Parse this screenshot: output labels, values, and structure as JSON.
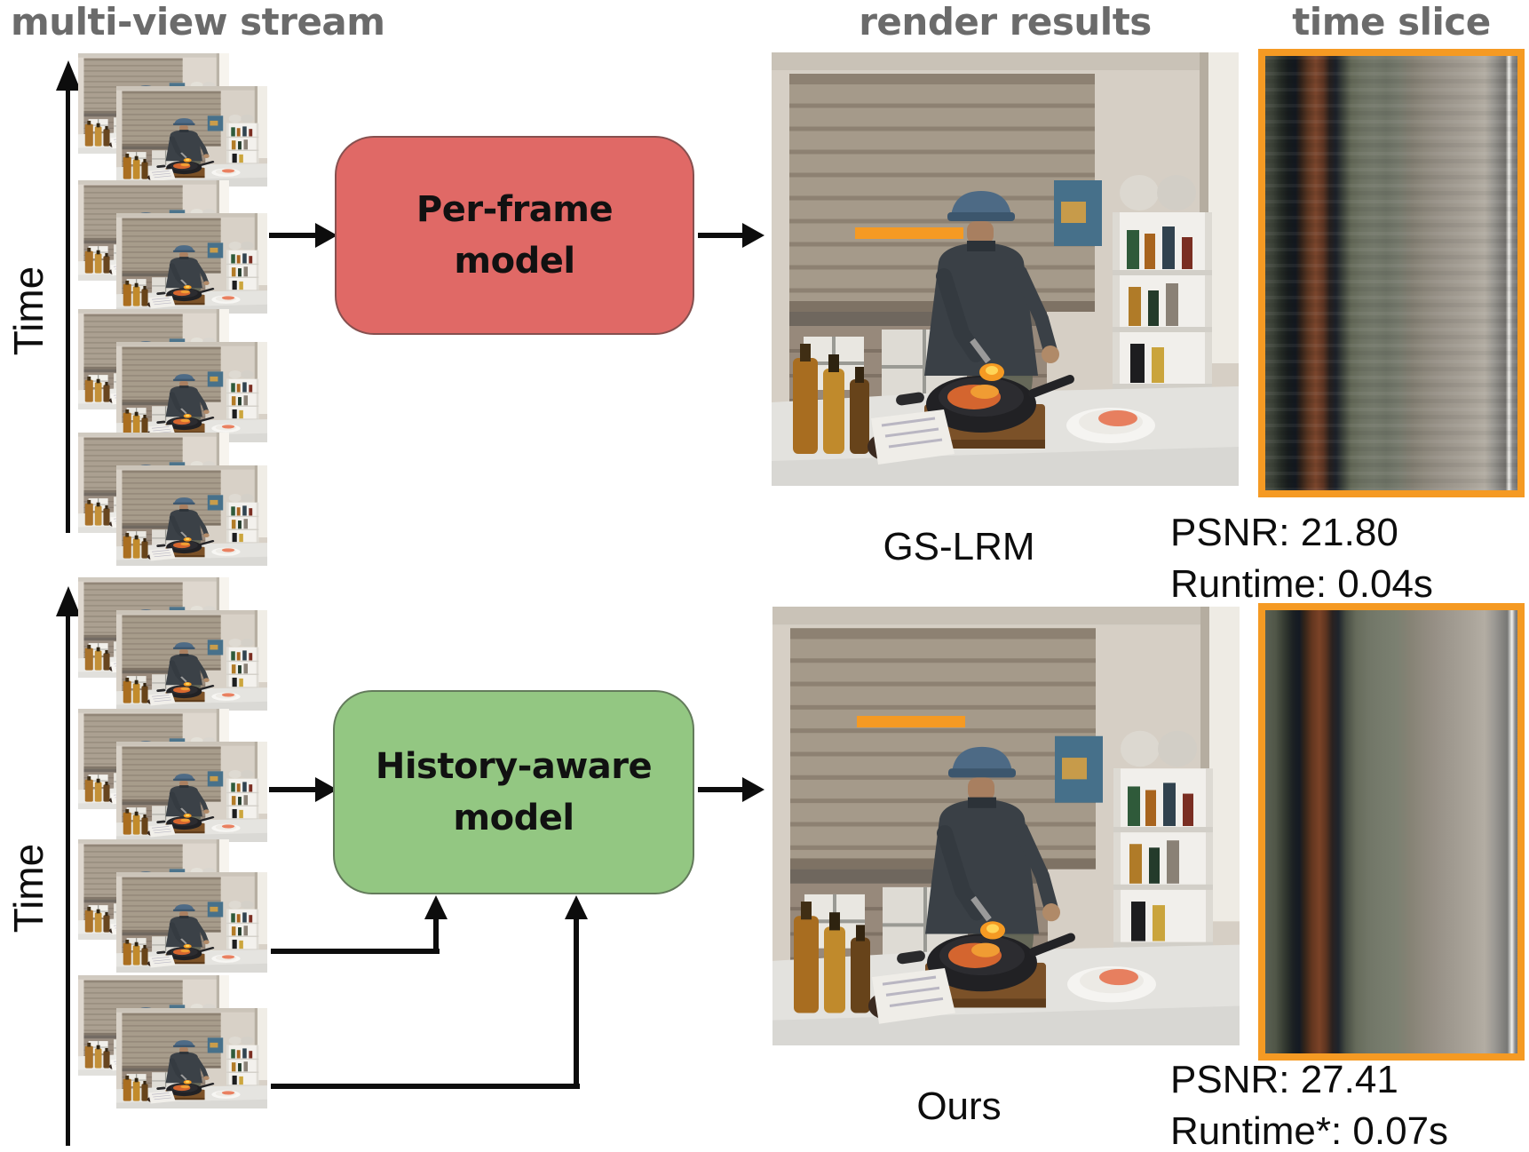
{
  "headers": {
    "multi_view_stream": "multi-view stream",
    "render_results": "render results",
    "time_slice": "time slice"
  },
  "time_axis": {
    "label": "Time"
  },
  "colors": {
    "per_frame_box": "#e06966",
    "history_box": "#93c782",
    "accent_orange": "#f59a23",
    "header_gray": "#6b6b6b"
  },
  "per_frame_pipeline": {
    "model_label_lines": [
      "Per-frame",
      "model"
    ],
    "result_label": "GS-LRM",
    "psnr": "PSNR: 21.80",
    "runtime": "Runtime: 0.04s"
  },
  "history_pipeline": {
    "model_label_lines": [
      "History-aware",
      "model"
    ],
    "result_label": "Ours",
    "psnr": "PSNR: 27.41",
    "runtime": "Runtime*: 0.07s"
  }
}
